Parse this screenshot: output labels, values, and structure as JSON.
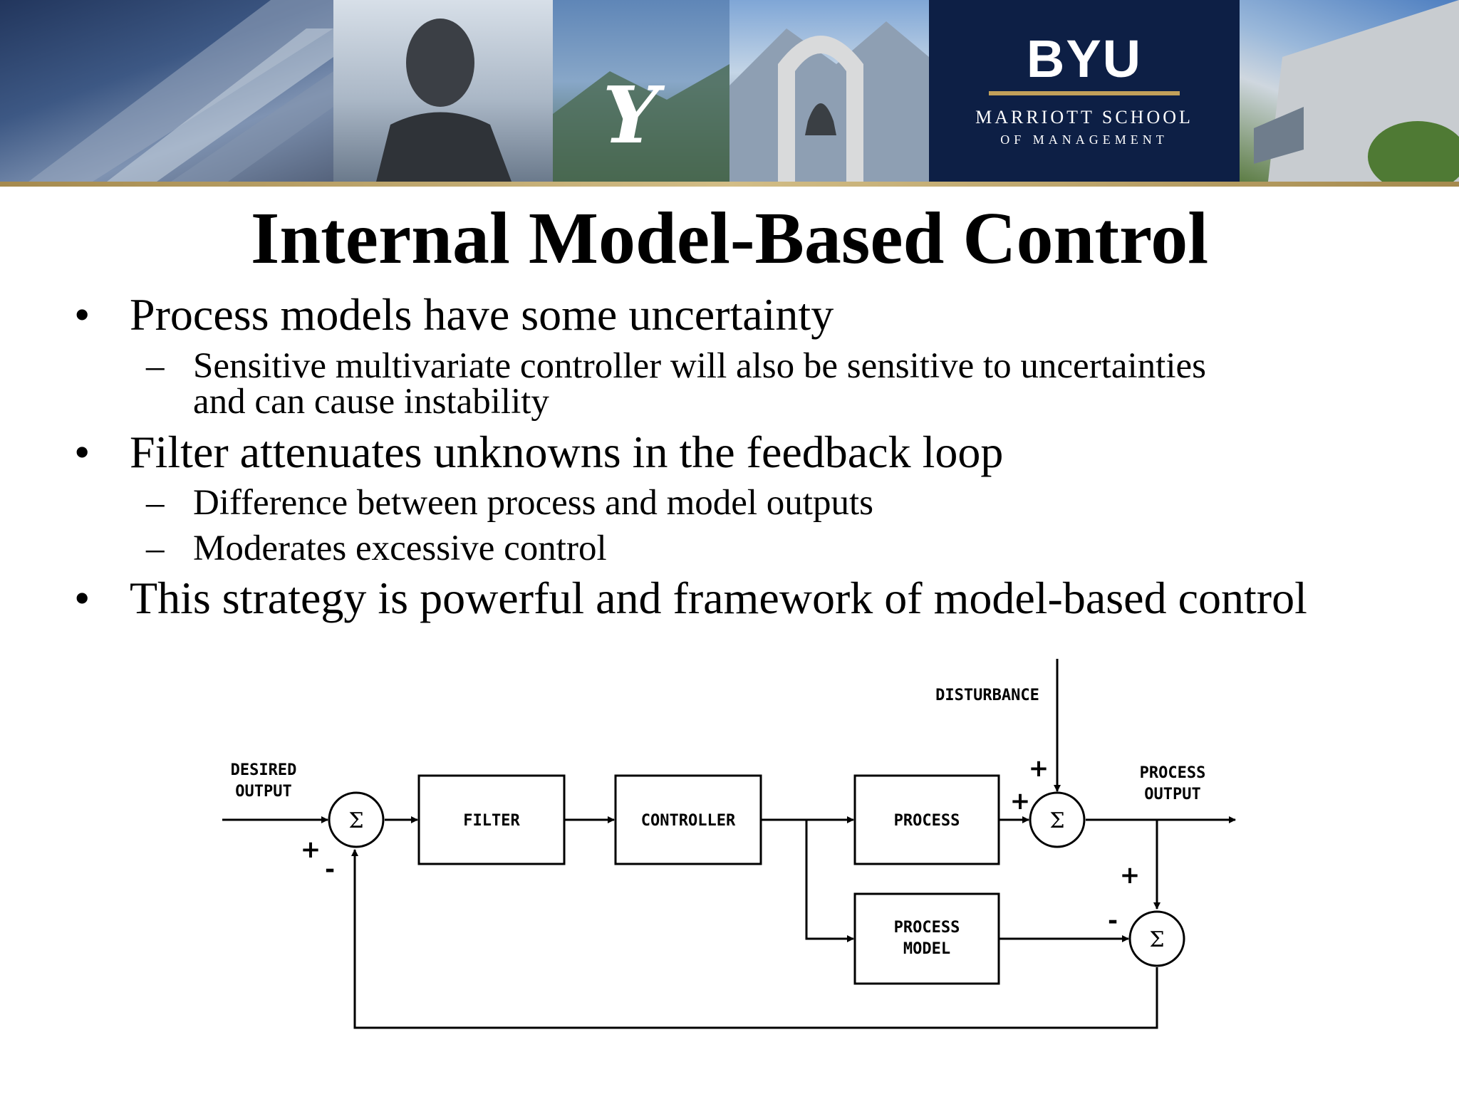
{
  "header": {
    "logo": "BYU",
    "school": "MARRIOTT SCHOOL",
    "school_sub": "OF MANAGEMENT"
  },
  "slide": {
    "title": "Internal Model-Based Control",
    "bullets": [
      {
        "text": "Process models have some uncertainty",
        "subs": [
          "Sensitive multivariate controller will also be sensitive to uncertainties",
          "and can cause instability"
        ]
      },
      {
        "text": "Filter attenuates unknowns in the feedback loop",
        "subs": [
          "Difference between process and model outputs",
          "Moderates excessive control"
        ]
      },
      {
        "text": "This strategy is powerful and framework of model-based control",
        "subs": []
      }
    ]
  },
  "diagram": {
    "desired_output": [
      "DESIRED",
      "OUTPUT"
    ],
    "filter": "FILTER",
    "controller": "CONTROLLER",
    "process": "PROCESS",
    "process_model": [
      "PROCESS",
      "MODEL"
    ],
    "disturbance": "DISTURBANCE",
    "process_output": [
      "PROCESS",
      "OUTPUT"
    ],
    "sigma": "Σ",
    "plus": "+",
    "minus": "-"
  }
}
